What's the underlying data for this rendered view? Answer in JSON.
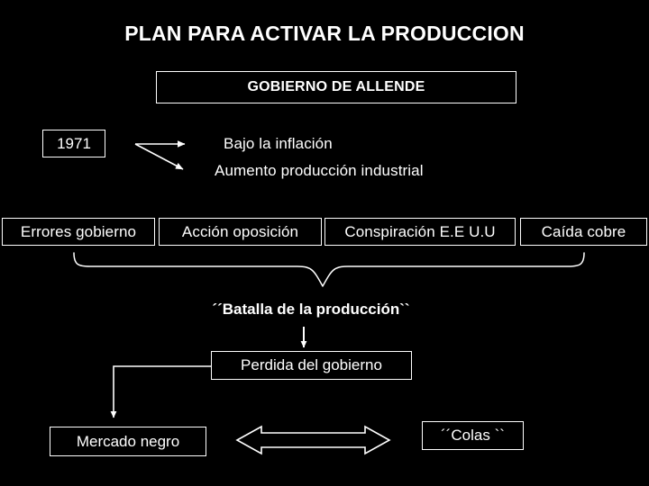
{
  "slide": {
    "background_color": "#000000",
    "foreground_color": "#ffffff",
    "title": "PLAN PARA ACTIVAR LA PRODUCCION",
    "government_box": "GOBIERNO DE ALLENDE",
    "year_box": "1971",
    "outcomes": [
      "Bajo la inflación",
      "Aumento producción industrial"
    ],
    "causes": [
      "Errores gobierno",
      "Acción oposición",
      "Conspiración E.E U.U",
      "Caída cobre"
    ],
    "battle_label": "´´Batalla de la producción``",
    "result_box": "Perdida del gobierno",
    "consequences": [
      "Mercado negro",
      "´´Colas ``"
    ],
    "connectors": {
      "year_arrow_1": "straight-arrow-icon",
      "year_arrow_2": "diagonal-arrow-icon",
      "causes_brace": "curly-brace-icon",
      "battle_to_result": "down-arrow-icon",
      "result_to_market": "elbow-arrow-icon",
      "market_to_queues": "double-headed-arrow-icon"
    }
  }
}
